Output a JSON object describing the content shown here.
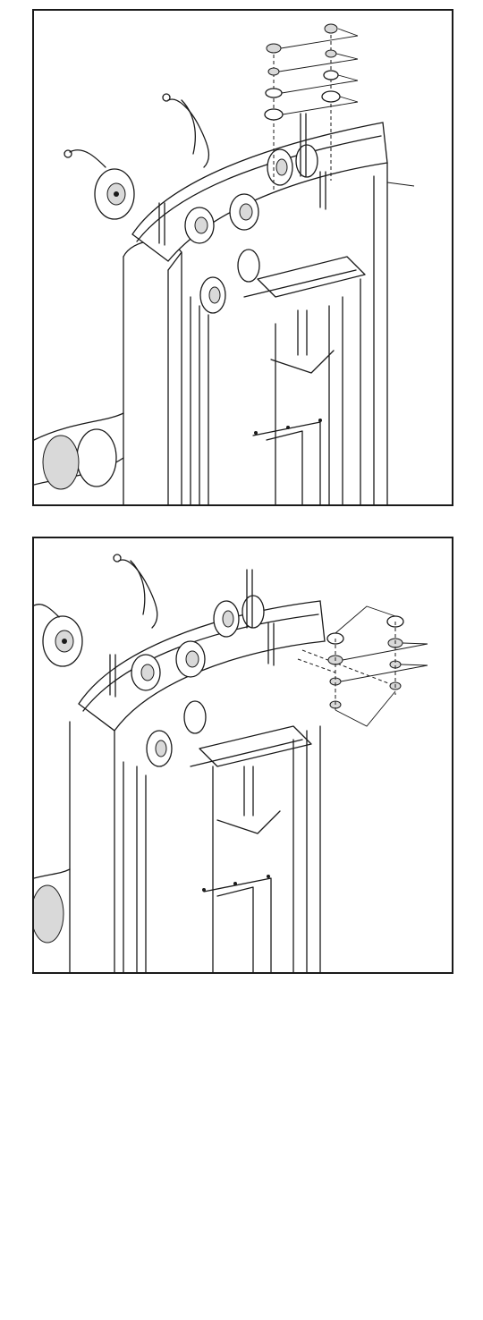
{
  "figure": {
    "panels": [
      {
        "id": "top",
        "description_label": "",
        "hardware_callouts": 4,
        "frame_callout": 1
      },
      {
        "id": "bottom",
        "description_label": "",
        "hardware_callouts": 4
      }
    ]
  },
  "icons": {
    "washer": "washer-icon",
    "nut": "nut-icon",
    "pulley": "pulley-icon",
    "guide_rod": "guide-rod-icon"
  },
  "colors": {
    "line": "#1a1a1a",
    "paper": "#ffffff",
    "shade": "#d9d9d9"
  }
}
